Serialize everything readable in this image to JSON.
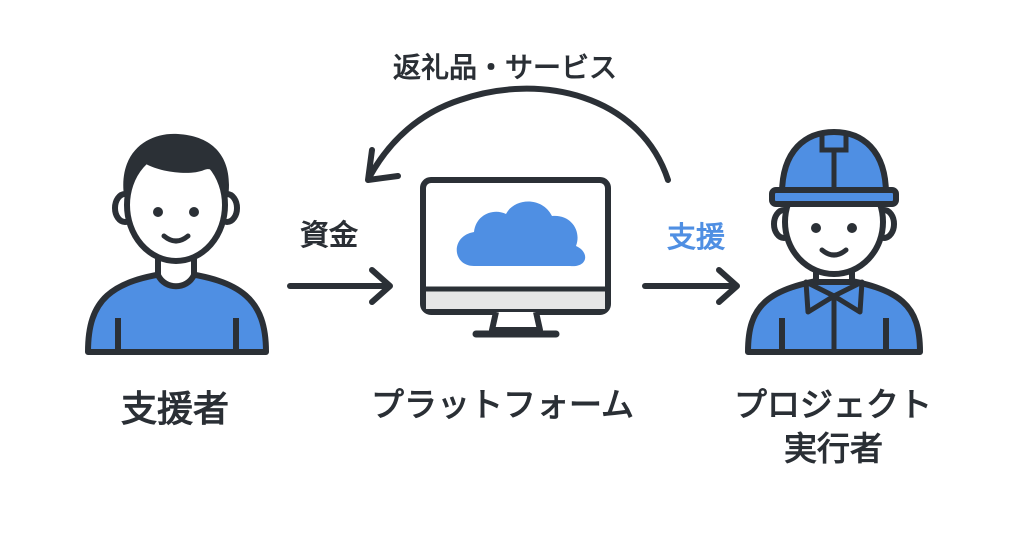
{
  "labels": {
    "top_arrow": "返礼品・サービス",
    "left_arrow": "資金",
    "right_arrow": "支援",
    "supporter": "支援者",
    "platform": "プラットフォーム",
    "executor_line1": "プロジェクト",
    "executor_line2": "実行者"
  },
  "colors": {
    "blue": "#4f8fe3",
    "ink": "#2b3036",
    "skin": "#ffffff",
    "screen_bar": "#e6e6e6",
    "accent_text": "#4f8fe3"
  },
  "icons": [
    "supporter-person-icon",
    "monitor-icon",
    "cloud-icon",
    "worker-person-icon"
  ]
}
